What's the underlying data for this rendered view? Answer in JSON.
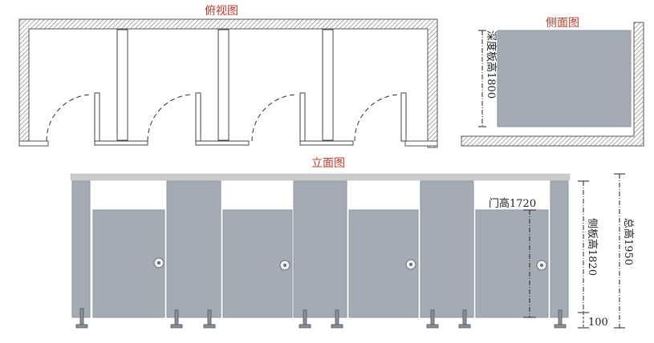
{
  "title_top": "俯视图",
  "title_side": "侧面图",
  "title_front": "立面图",
  "dims": {
    "depth_panel": "深度板高1800",
    "door_height": "门高1720",
    "side_panel": "侧板高1820",
    "total_height": "总高1950",
    "foot": "100"
  },
  "colors": {
    "panel": "#a4abb4",
    "panel_edge": "#8d949d",
    "rail": "#c9cbcd",
    "title": "#c0392b",
    "hatch": "#777777"
  }
}
